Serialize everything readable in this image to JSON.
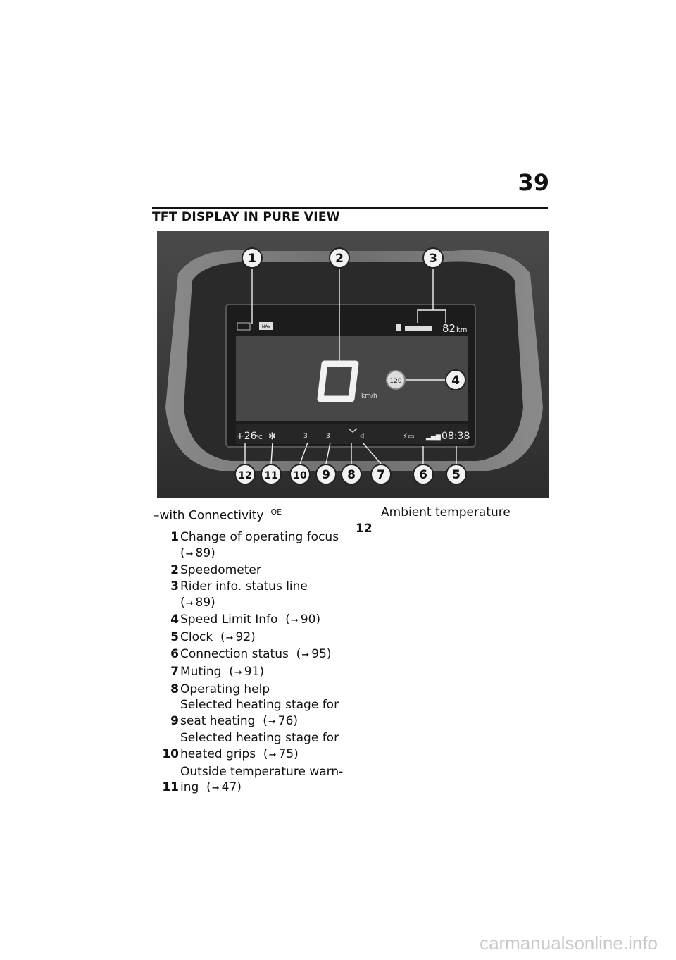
{
  "page": {
    "number": "39",
    "section_title": "TFT DISPLAY IN PURE VIEW",
    "watermark": "carmanualsonline.info"
  },
  "figure": {
    "display": {
      "nav_label": "NAV",
      "range": "82",
      "range_unit": "km",
      "speed_unit": "km/h",
      "speed_limit": "120",
      "temperature": "+26",
      "temperature_unit": "°C",
      "grip_heat": "3",
      "seat_heat": "3",
      "clock": "08:38"
    },
    "callouts": [
      "1",
      "2",
      "3",
      "4",
      "5",
      "6",
      "7",
      "8",
      "9",
      "10",
      "11",
      "12"
    ]
  },
  "legend": {
    "intro": "–with Connectivity",
    "intro_sup": "OE",
    "items": [
      {
        "num": "1",
        "lines": [
          "Change of operating focus"
        ],
        "ref": "89"
      },
      {
        "num": "2",
        "lines": [
          "Speedometer"
        ],
        "ref": ""
      },
      {
        "num": "3",
        "lines": [
          "Rider info. status line"
        ],
        "ref": "89"
      },
      {
        "num": "4",
        "lines": [
          "Speed Limit Info"
        ],
        "ref": "90",
        "inline": true
      },
      {
        "num": "5",
        "lines": [
          "Clock"
        ],
        "ref": "92",
        "inline": true
      },
      {
        "num": "6",
        "lines": [
          "Connection status"
        ],
        "ref": "95",
        "inline": true
      },
      {
        "num": "7",
        "lines": [
          "Muting"
        ],
        "ref": "91",
        "inline": true
      },
      {
        "num": "8",
        "lines": [
          "Operating help"
        ],
        "ref": ""
      },
      {
        "num": "9",
        "lines": [
          "Selected heating stage for",
          "seat heating"
        ],
        "ref": "76",
        "inline": true
      },
      {
        "num": "10",
        "lines": [
          "Selected heating stage for",
          "heated grips"
        ],
        "ref": "75",
        "inline": true
      },
      {
        "num": "11",
        "lines": [
          "Outside temperature warn-",
          "ing"
        ],
        "ref": "47",
        "inline": true
      }
    ],
    "col2_text": "Ambient temperature",
    "col2_num": "12"
  },
  "icons": {
    "reference_arrow": "arrow-right-icon"
  }
}
